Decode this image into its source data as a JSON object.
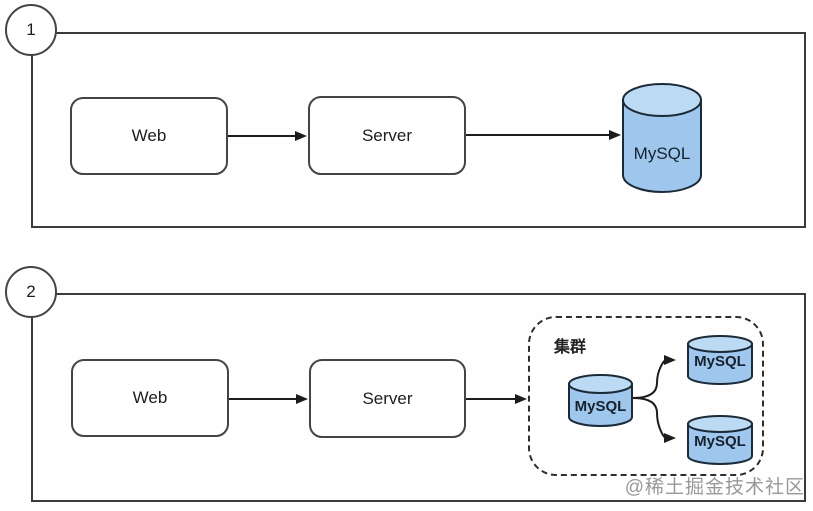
{
  "colors": {
    "line": "#1c1c1c",
    "frame_border": "#3b3b3b",
    "node_border": "#444444",
    "cylinder_fill": "#9fc6ec",
    "cylinder_top_fill": "#bddaf4",
    "cylinder_stroke": "#1b2a38",
    "text": "#1d1d1d",
    "watermark": "#8e8e8e",
    "background": "#fefefe"
  },
  "diagram1": {
    "badge": "1",
    "web_label": "Web",
    "server_label": "Server",
    "db_label": "MySQL"
  },
  "diagram2": {
    "badge": "2",
    "web_label": "Web",
    "server_label": "Server",
    "cluster": {
      "title": "集群",
      "primary_db": "MySQL",
      "replica_top": "MySQL",
      "replica_bottom": "MySQL"
    }
  },
  "watermark": "@稀土掘金技术社区"
}
